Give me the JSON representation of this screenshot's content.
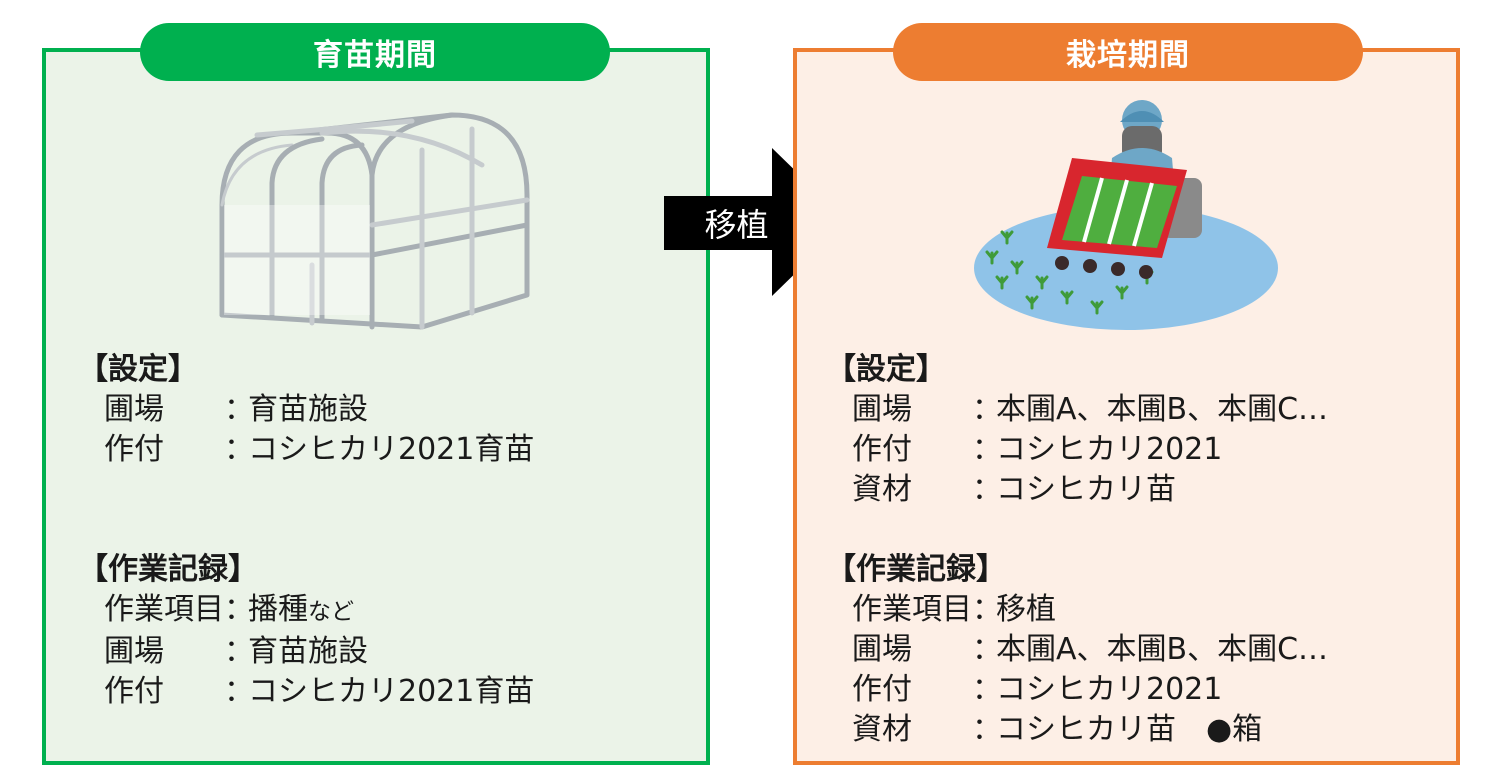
{
  "left_panel": {
    "title": "育苗期間",
    "settings_title": "【設定】",
    "settings": [
      {
        "label": "圃場",
        "colon": "：",
        "value": "育苗施設"
      },
      {
        "label": "作付",
        "colon": "：",
        "value": "コシヒカリ2021育苗"
      }
    ],
    "records_title": "【作業記録】",
    "records": [
      {
        "label": "作業項目",
        "colon": "：",
        "value": "播種",
        "suffix": "など"
      },
      {
        "label": "圃場",
        "colon": "：",
        "value": "育苗施設",
        "suffix": ""
      },
      {
        "label": "作付",
        "colon": "：",
        "value": "コシヒカリ2021育苗",
        "suffix": ""
      }
    ]
  },
  "arrow": {
    "label": "移植"
  },
  "right_panel": {
    "title": "栽培期間",
    "settings_title": "【設定】",
    "settings": [
      {
        "label": "圃場",
        "colon": "：",
        "value": "本圃A、本圃B、本圃C…"
      },
      {
        "label": "作付",
        "colon": "：",
        "value": "コシヒカリ2021"
      },
      {
        "label": "資材",
        "colon": "：",
        "value": "コシヒカリ苗"
      }
    ],
    "records_title": "【作業記録】",
    "records": [
      {
        "label": "作業項目",
        "colon": "：",
        "value": "移植"
      },
      {
        "label": "圃場",
        "colon": "：",
        "value": "本圃A、本圃B、本圃C…"
      },
      {
        "label": "作付",
        "colon": "：",
        "value": "コシヒカリ2021"
      },
      {
        "label": "資材",
        "colon": "：",
        "value": "コシヒカリ苗　●箱"
      }
    ]
  },
  "colors": {
    "green": "#00b04f",
    "green_bg": "#ebf3e8",
    "orange": "#ed7d31",
    "orange_bg": "#fdefe6",
    "arrow": "#000000"
  },
  "icons": {
    "left": "greenhouse-icon",
    "right": "rice-planter-icon"
  }
}
